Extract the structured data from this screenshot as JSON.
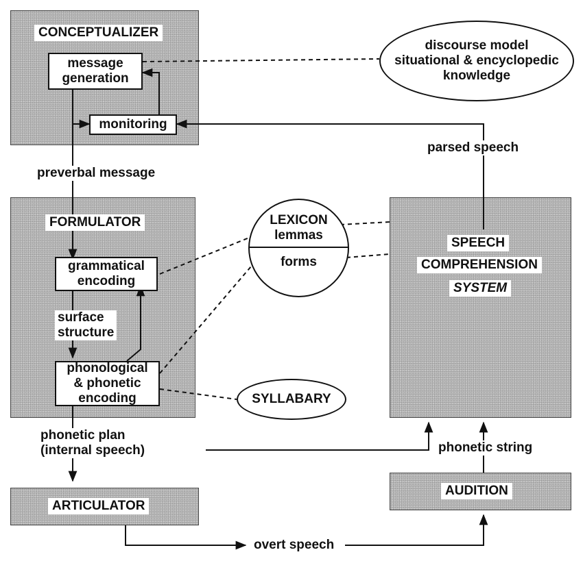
{
  "conceptualizer": {
    "title": "CONCEPTUALIZER",
    "message_generation": "message\ngeneration",
    "monitoring": "monitoring"
  },
  "discourse_model": "discourse model\nsituational & encyclopedic\nknowledge",
  "parsed_speech": "parsed speech",
  "preverbal_message": "preverbal message",
  "formulator": {
    "title": "FORMULATOR",
    "grammatical_encoding": "grammatical\nencoding",
    "surface_structure": "surface\nstructure",
    "phonological_encoding": "phonological\n& phonetic\nencoding"
  },
  "lexicon": {
    "title": "LEXICON",
    "lemmas": "lemmas",
    "forms": "forms"
  },
  "syllabary": "SYLLABARY",
  "speech_comprehension": {
    "line1": "SPEECH",
    "line2": "COMPREHENSION",
    "line3": "SYSTEM"
  },
  "phonetic_plan": "phonetic plan\n(internal speech)",
  "phonetic_string": "phonetic string",
  "articulator": "ARTICULATOR",
  "audition": "AUDITION",
  "overt_speech": "overt speech",
  "colors": {
    "shade": "#bdbdbd",
    "line": "#111111",
    "box": "#ffffff"
  }
}
